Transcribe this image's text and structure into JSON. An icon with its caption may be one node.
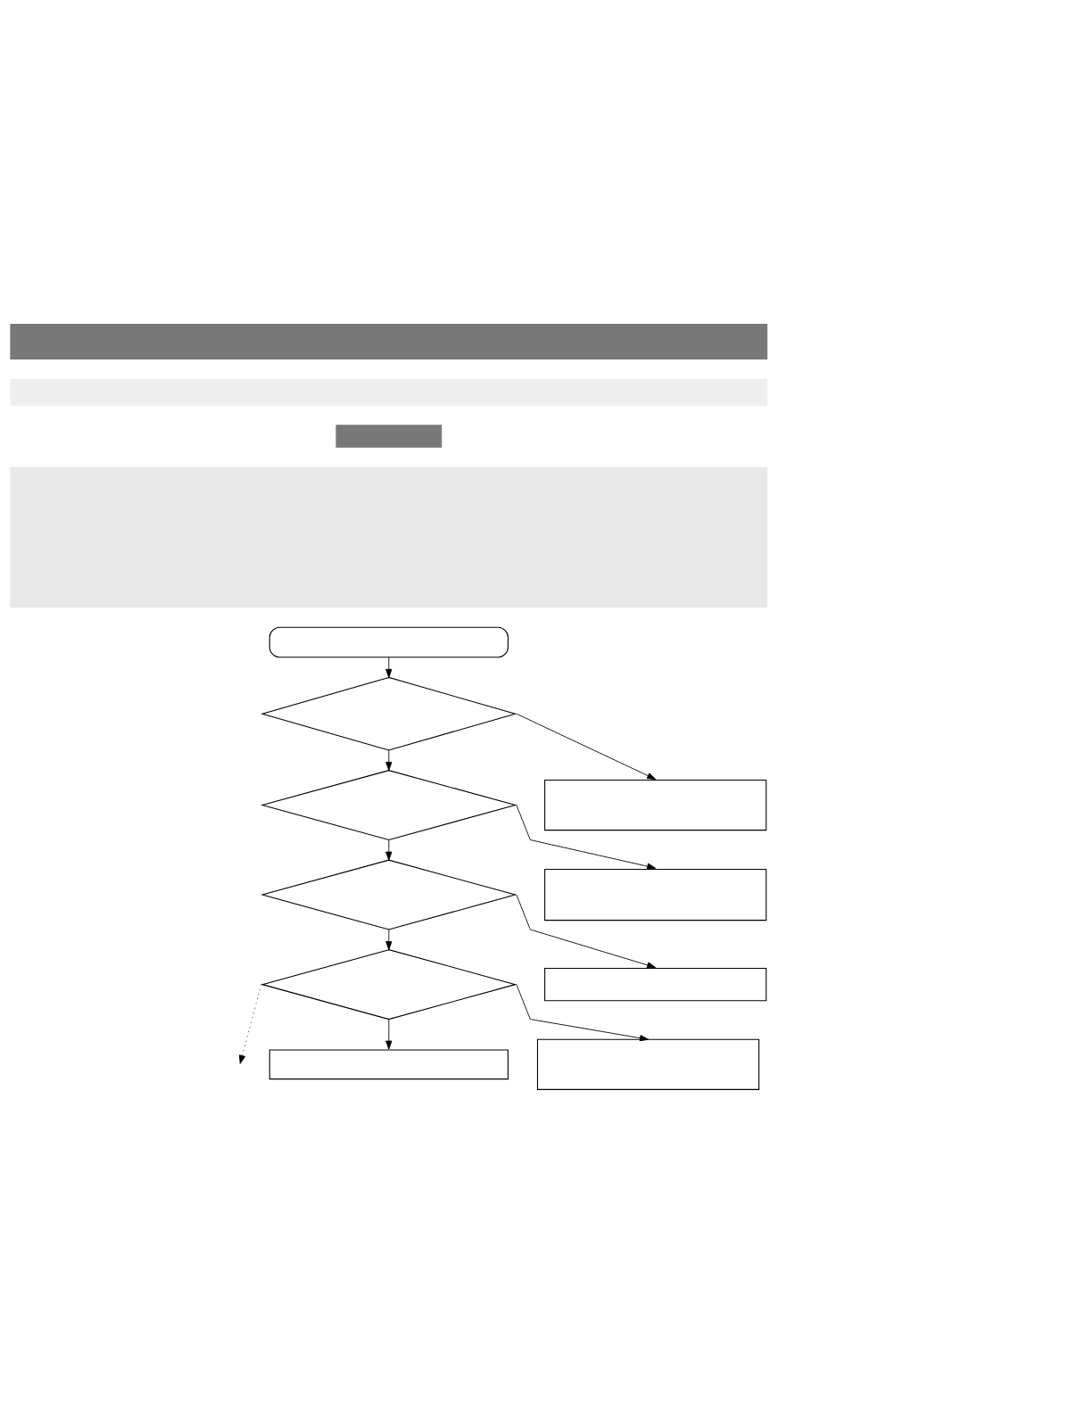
{
  "diagram": {
    "nodes": [
      {
        "text": [],
        "shape": "bar"
      },
      {
        "text": [],
        "shape": "bar"
      },
      {
        "text": [],
        "shape": "box"
      },
      {
        "text": [],
        "shape": "box"
      },
      {
        "text": [],
        "shape": "pill"
      },
      {
        "text": [],
        "shape": "diamond"
      },
      {
        "text": [],
        "shape": "box"
      },
      {
        "text": [],
        "shape": "diamond"
      },
      {
        "text": [],
        "shape": "box"
      },
      {
        "text": [],
        "shape": "diamond"
      },
      {
        "text": [],
        "shape": "box"
      },
      {
        "text": [],
        "shape": "diamond"
      },
      {
        "text": [],
        "shape": "box"
      },
      {
        "text": [],
        "shape": "box"
      }
    ],
    "edges": [
      {
        "from": 4,
        "to": 5,
        "arrow": "to"
      },
      {
        "from": 5,
        "to": 6,
        "arrow": "to"
      },
      {
        "from": 5,
        "to": 7,
        "arrow": "to"
      },
      {
        "from": 7,
        "to": 8,
        "arrow": "to"
      },
      {
        "from": 7,
        "to": 9,
        "arrow": "to"
      },
      {
        "from": 9,
        "to": 10,
        "arrow": "to"
      },
      {
        "from": 9,
        "to": 11,
        "arrow": "to"
      },
      {
        "from": 11,
        "to": 12,
        "arrow": "to"
      },
      {
        "from": 11,
        "to": 13,
        "arrow": "to"
      },
      {
        "from": 11,
        "to": null,
        "arrow": "to",
        "style": "dashed"
      }
    ]
  }
}
